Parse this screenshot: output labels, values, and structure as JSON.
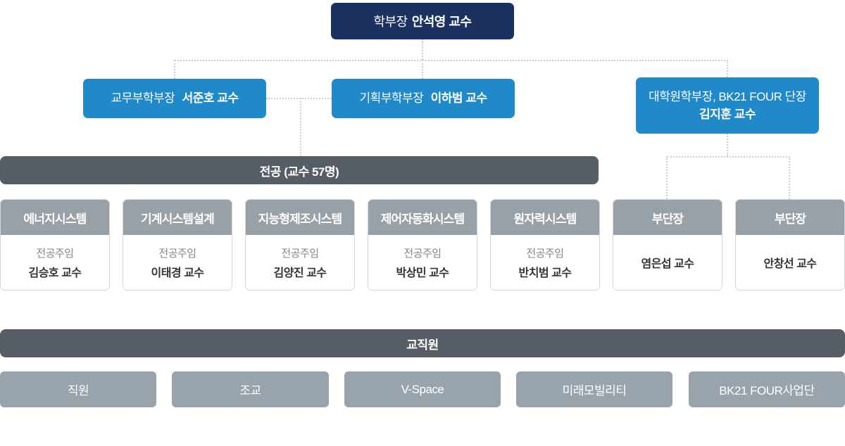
{
  "org": {
    "dean": {
      "role": "학부장",
      "name": "안석영 교수"
    },
    "vice_deans": [
      {
        "role": "교무부학부장",
        "name": "서준호 교수"
      },
      {
        "role": "기획부학부장",
        "name": "이하범 교수"
      },
      {
        "role": "대학원학부장, BK21 FOUR 단장",
        "name": "김지훈 교수"
      }
    ],
    "majors_bar": "전공 (교수 57명)",
    "departments": [
      {
        "title": "에너지시스템",
        "role": "전공주임",
        "name": "김승호 교수"
      },
      {
        "title": "기계시스템설계",
        "role": "전공주임",
        "name": "이태경 교수"
      },
      {
        "title": "지능형제조시스템",
        "role": "전공주임",
        "name": "김양진 교수"
      },
      {
        "title": "제어자동화시스템",
        "role": "전공주임",
        "name": "박상민 교수"
      },
      {
        "title": "원자력시스템",
        "role": "전공주임",
        "name": "반치범 교수"
      },
      {
        "title": "부단장",
        "role": "",
        "name": "염은섭 교수"
      },
      {
        "title": "부단장",
        "role": "",
        "name": "안창선 교수"
      }
    ],
    "staff_bar": "교직원",
    "staff_units": [
      "직원",
      "조교",
      "V-Space",
      "미래모빌리티",
      "BK21 FOUR사업단"
    ],
    "colors": {
      "navy": "#1b3261",
      "blue": "#2089c9",
      "slate": "#565d64",
      "header_gray": "#98a1a8",
      "unit_gray": "#99a3ab",
      "connector": "#cdcdcd"
    }
  }
}
